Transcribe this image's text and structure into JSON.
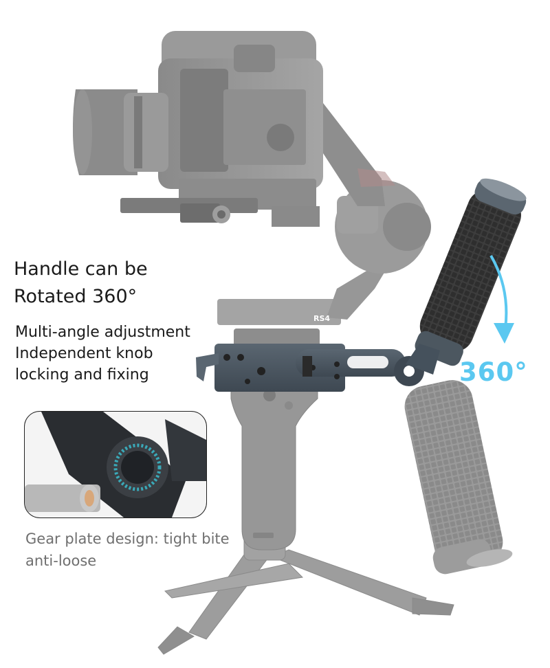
{
  "captions": {
    "handle": [
      "Handle can be",
      "Rotated 360°"
    ],
    "features": [
      "Multi-angle adjustment",
      "Independent knob",
      "locking and fixing"
    ],
    "gear": [
      "Gear plate design: tight bite",
      "anti-loose"
    ]
  },
  "rotation_label": "360°",
  "gimbal_brand_label": "RS4",
  "colors": {
    "accent": "#5bc8f0",
    "gimbal_gray": "#8e8e8e",
    "arm_dark": "#45515c",
    "grip": "#3a3a3a",
    "gear_teal": "#3aa9b8"
  },
  "icons": {
    "rotation_arrow": "curved-arrow-down"
  }
}
